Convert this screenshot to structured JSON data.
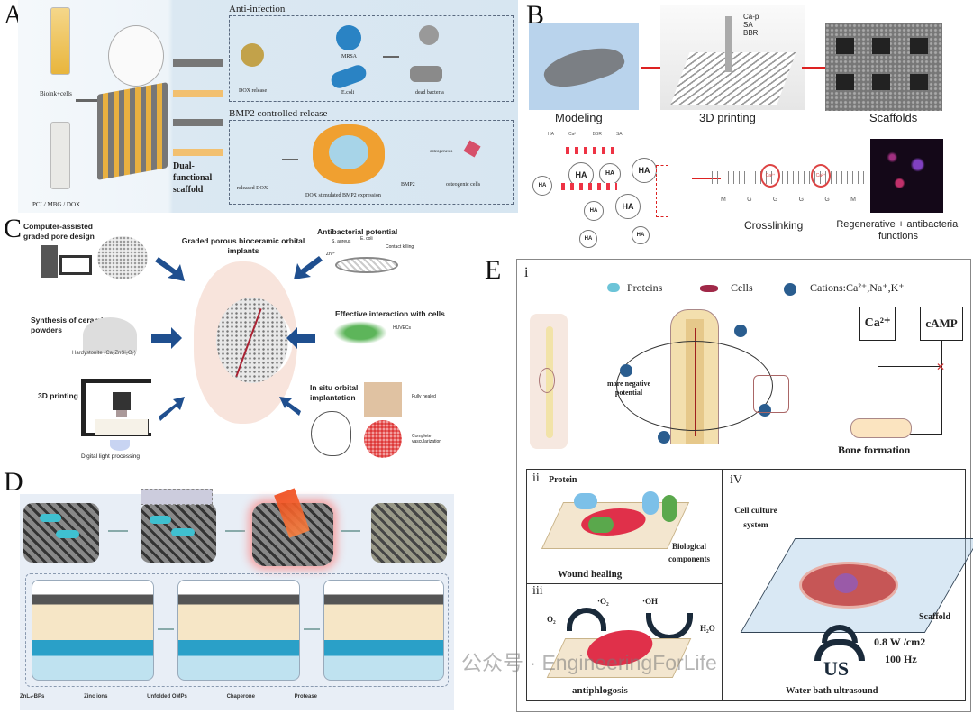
{
  "panel_labels": {
    "a": "A",
    "b": "B",
    "c": "C",
    "d": "D",
    "e": "E"
  },
  "panel_a": {
    "syringe_top": "Bioink+cells",
    "syringe_bottom": "PCL/ MBG / DOX",
    "scaffold": "Dual-functional scaffold",
    "anti_infection": "Anti-infection",
    "dox_release": "DOX release",
    "mrsa": "MRSA",
    "ecoli": "E.coli",
    "dead_bacteria": "dead bacteria",
    "bmp2_release": "BMP2 controlled release",
    "released_dox": "released DOX",
    "dox_stimulated": "DOX stimulated BMP2 expression",
    "bmp2": "BMP2",
    "osteogenesis": "osteogenesis",
    "osteogenic_cells": "osteogenic cells"
  },
  "panel_b": {
    "modeling": "Modeling",
    "printing": "3D printing",
    "scaffolds": "Scaffolds",
    "ink": [
      "Ca-p",
      "SA",
      "BBR"
    ],
    "legend": [
      "HA",
      "Ca²⁺",
      "BBR",
      "SA"
    ],
    "ha": "HA",
    "crosslinking": "Crosslinking",
    "chain": [
      "M",
      "G",
      "G",
      "G",
      "G",
      "M"
    ],
    "ca_ion": "Ca²⁺",
    "functions": "Regenerative + antibacterial functions"
  },
  "panel_c": {
    "design": "Computer-assisted graded pore design",
    "title": "Graded porous bioceramic orbital implants",
    "antibacterial": "Antibacterial potential",
    "s_aureus": "S. aureus",
    "e_coli": "E. coli",
    "contact_killing": "Contact killing",
    "zn": "Zn²⁺",
    "synthesis": "Synthesis of ceramic powders",
    "hardystonite": "Hardystonite (Ca₂ZnSi₂O₇)",
    "interaction": "Effective interaction with cells",
    "huvecs": "HUVECs",
    "printing": "3D printing",
    "dlp": "Digital light processing",
    "implantation": "In situ orbital implantation",
    "healed": "Fully healed",
    "vascularization": "Complete vascularization"
  },
  "panel_d": {
    "legend": [
      "ZnL₂-BPs",
      "Zinc ions",
      "Unfolded OMPs",
      "Chaperone",
      "Protease"
    ]
  },
  "panel_e": {
    "i": {
      "label": "i",
      "proteins": "Proteins",
      "cells": "Cells",
      "cations": "Cations:Ca²⁺,Na⁺,K⁺",
      "negative": "more negative potential",
      "ca": "Ca²⁺",
      "camp": "cAMP",
      "bone": "Bone formation"
    },
    "ii": {
      "label": "ii",
      "protein": "Protein",
      "bio": "Biological components",
      "title": "Wound healing"
    },
    "iii": {
      "label": "iii",
      "o2": "O₂",
      "superoxide": "·O₂⁻",
      "oh": "·OH",
      "h2o": "H₂O",
      "title": "antiphlogosis"
    },
    "iv": {
      "label": "iV",
      "culture": "Cell culture system",
      "scaffold": "Scaffold",
      "power": "0.8 W /cm2",
      "freq": "100 Hz",
      "us": "US",
      "title": "Water bath ultrasound"
    }
  },
  "watermark": "公众号 · EngineeringForLife",
  "colors": {
    "panel_a_bg": "#dce9f3",
    "arrow_blue": "#1f4f8f",
    "red_arrow": "#d22",
    "tissue_red": "#e0304a"
  }
}
